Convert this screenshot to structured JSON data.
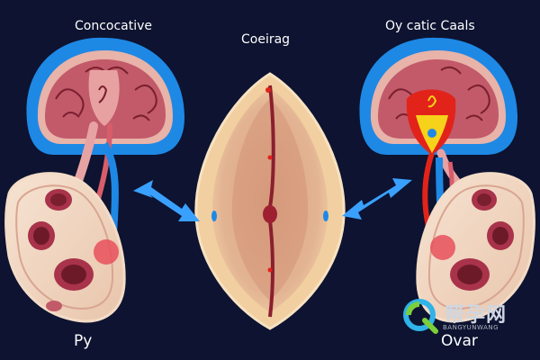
{
  "labels": {
    "top_left": "Concocative",
    "top_center": "Coeirag",
    "top_right": "Oy catic Caals",
    "bottom_left": "Py",
    "bottom_right": "Ovar"
  },
  "watermark": {
    "text": "帮孕网",
    "subtext": "BANGYUNWANG"
  },
  "colors": {
    "background": "#0d1330",
    "organ_blue": "#1e88e5",
    "arrow_blue": "#3aa0ff",
    "tissue_pink": "#c25a6a",
    "tissue_dark": "#7a1f2e",
    "uterus_skin": "#f1cfa0",
    "accent_red": "#e2231a",
    "accent_yellow": "#f7d21a"
  }
}
